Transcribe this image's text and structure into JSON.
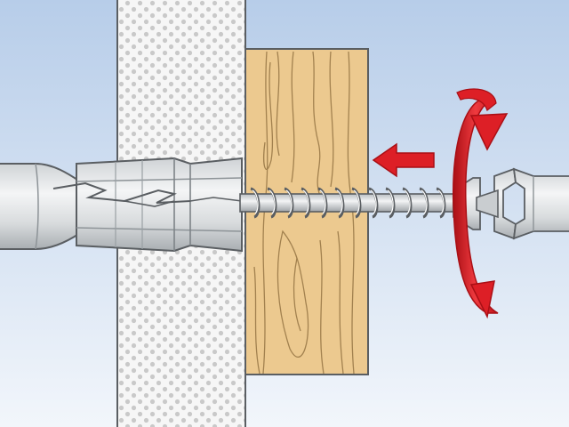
{
  "colors": {
    "sky_top": "#b7cde9",
    "sky_bottom": "#f2f6fb",
    "wall_fill": "#f6f6f6",
    "wall_dots": "#c9c9c9",
    "wood_fill": "#ecc98f",
    "wood_grain": "#8a6a3a",
    "metal_light": "#f2f3f4",
    "metal_mid": "#d5d8da",
    "metal_dark": "#9aa0a4",
    "outline": "#5a5e62",
    "arrow_red": "#dd1f26",
    "arrow_red_dark": "#a90f15"
  },
  "parts": {
    "background": "sky-gradient",
    "wall": "perforated-brick-wall",
    "plug": "expansion-plug",
    "board": "wooden-board",
    "screw": "wood-screw",
    "screwdriver": "screwdriver-tip"
  },
  "indicators": {
    "direction_arrow": "push-left-arrow-icon",
    "rotation_arrow": "clockwise-rotation-arrow-icon"
  }
}
